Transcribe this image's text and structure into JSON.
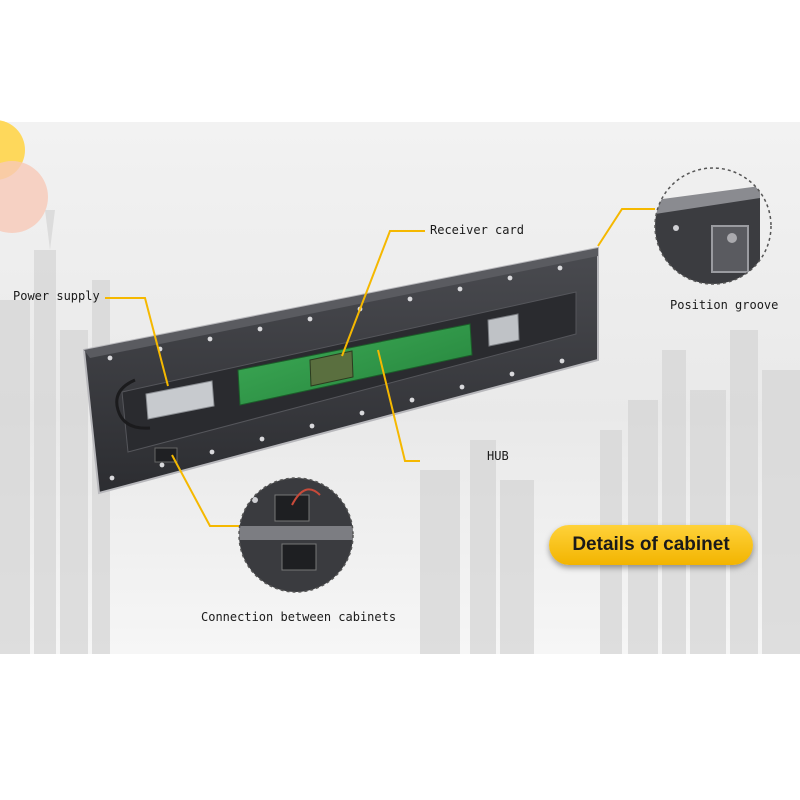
{
  "labels": {
    "power_supply": "Power supply",
    "receiver_card": "Receiver card",
    "position_groove": "Position groove",
    "hub": "HUB",
    "connection": "Connection between cabinets",
    "details": "Details of cabinet"
  },
  "colors": {
    "accent": "#f5b800",
    "panel": "#3d3e42",
    "pcb": "#2e9a4a",
    "text": "#1a1a1a"
  }
}
